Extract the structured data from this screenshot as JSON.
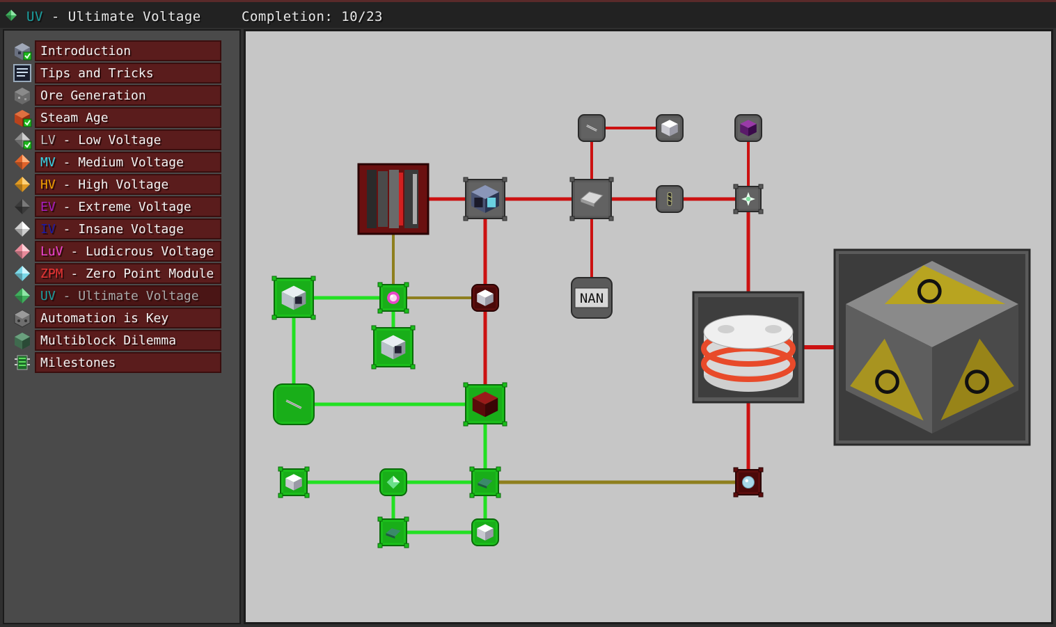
{
  "header": {
    "chapter_prefix": "UV",
    "chapter_title": " - Ultimate Voltage",
    "completion": "Completion: 10/23"
  },
  "colors": {
    "done_line": "#22e022",
    "locked_line": "#cc1111",
    "partial_line": "#8e7f1e",
    "done_frame": "#1db81d",
    "locked_frame": "#5c0d0d",
    "neutral_frame": "#555555"
  },
  "sidebar": {
    "items": [
      {
        "label": "Introduction",
        "prefix": "",
        "prefix_color": "",
        "icon": "crate-checked-icon",
        "active": false
      },
      {
        "label": "Tips and Tricks",
        "prefix": "",
        "prefix_color": "",
        "icon": "notebook-icon",
        "active": false
      },
      {
        "label": "Ore Generation",
        "prefix": "",
        "prefix_color": "",
        "icon": "ore-block-icon",
        "active": false
      },
      {
        "label": "Steam Age",
        "prefix": "",
        "prefix_color": "",
        "icon": "steam-block-checked-icon",
        "active": false
      },
      {
        "label": " - Low Voltage",
        "prefix": "LV",
        "prefix_color": "#bfbfbf",
        "icon": "gem-gray-checked-icon",
        "active": false
      },
      {
        "label": " - Medium Voltage",
        "prefix": "MV",
        "prefix_color": "#37d7ea",
        "icon": "gem-orange-icon",
        "active": false
      },
      {
        "label": " - High Voltage",
        "prefix": "HV",
        "prefix_color": "#f0a000",
        "icon": "gem-amber-icon",
        "active": false
      },
      {
        "label": " - Extreme Voltage",
        "prefix": "EV",
        "prefix_color": "#a51cc0",
        "icon": "gem-dark-icon",
        "active": false
      },
      {
        "label": " - Insane Voltage",
        "prefix": "IV",
        "prefix_color": "#1a1aa8",
        "icon": "gem-white-icon",
        "active": false
      },
      {
        "label": " - Ludicrous Voltage",
        "prefix": "LuV",
        "prefix_color": "#ef44d2",
        "icon": "gem-pink-icon",
        "active": false
      },
      {
        "label": " - Zero Point Module",
        "prefix": "ZPM",
        "prefix_color": "#e83434",
        "icon": "gem-cyan-icon",
        "active": false
      },
      {
        "label": " - Ultimate Voltage",
        "prefix": "UV",
        "prefix_color": "#1aa0a0",
        "icon": "gem-green-icon",
        "active": true
      },
      {
        "label": "Automation is Key",
        "prefix": "",
        "prefix_color": "",
        "icon": "machine-casing-icon",
        "active": false
      },
      {
        "label": "Multiblock Dilemma",
        "prefix": "",
        "prefix_color": "",
        "icon": "multiblock-icon",
        "active": false
      },
      {
        "label": "Milestones",
        "prefix": "",
        "prefix_color": "",
        "icon": "circuit-icon",
        "active": false
      }
    ]
  },
  "quest_text": {
    "nan_label": "NAN"
  }
}
